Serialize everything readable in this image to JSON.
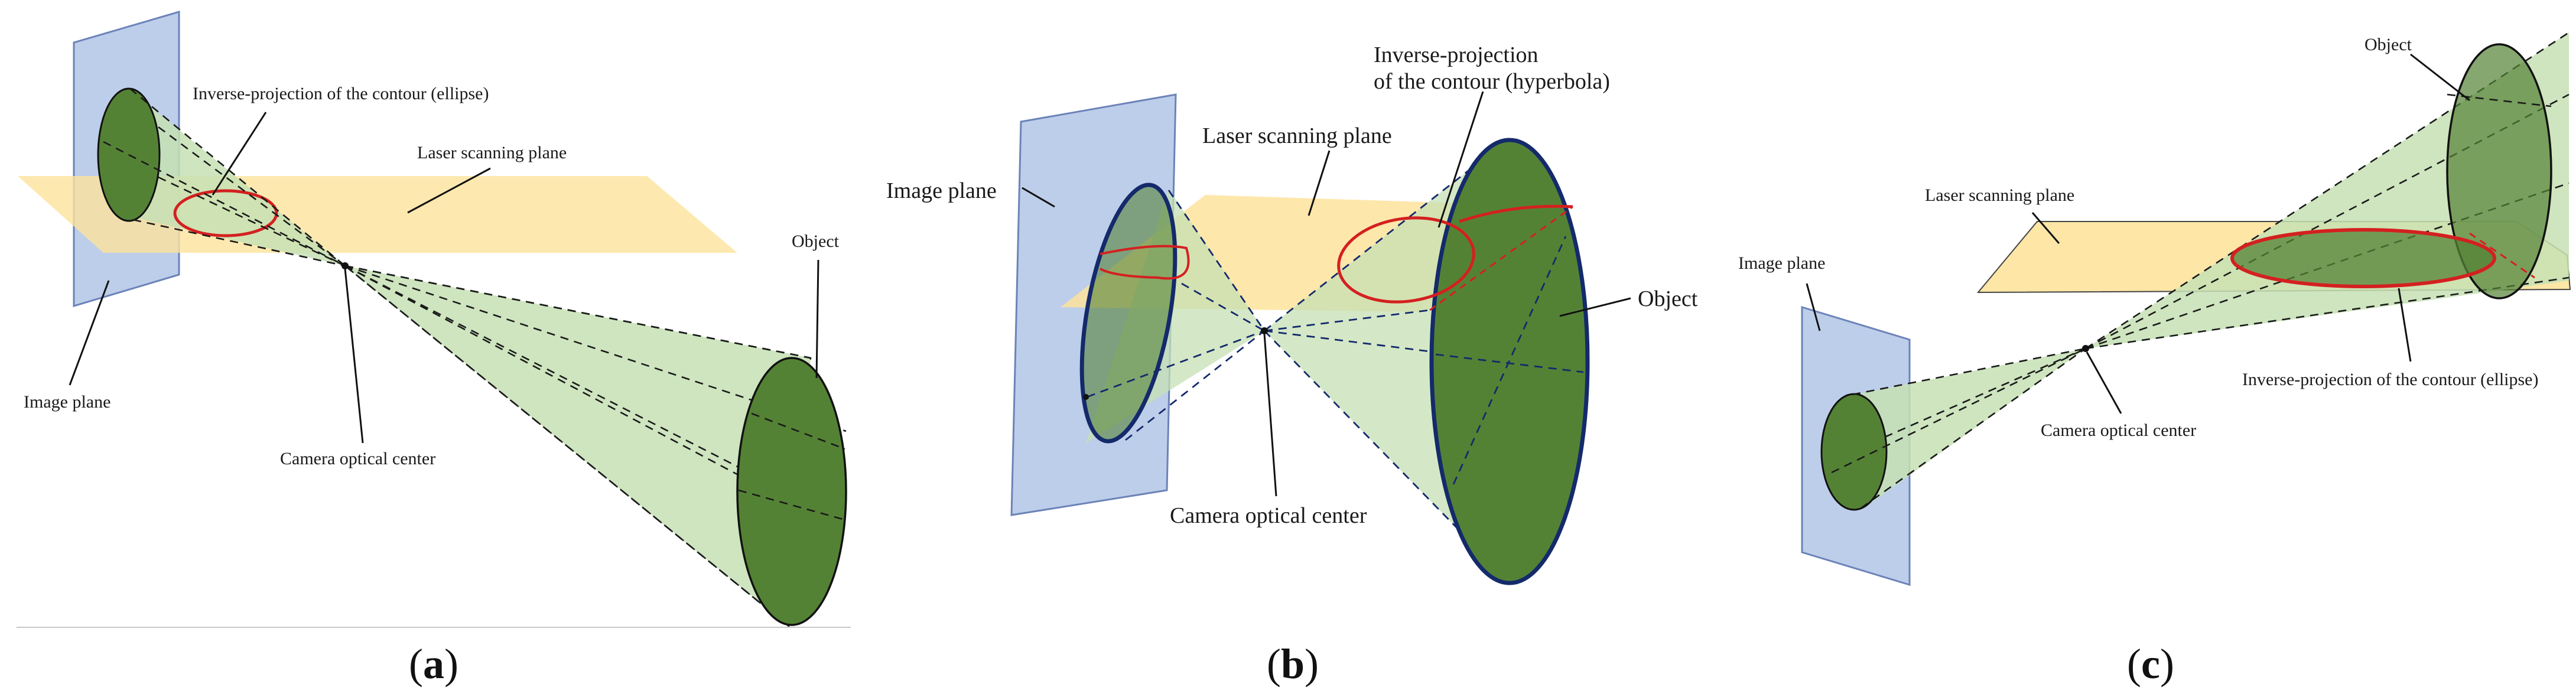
{
  "panels": [
    {
      "id": "a",
      "label_open": "(",
      "label_letter": "a",
      "label_close": ")",
      "labels": {
        "inverse_projection": "Inverse-projection of the contour (ellipse)",
        "laser_plane": "Laser scanning plane",
        "object": "Object",
        "image_plane": "Image plane",
        "optical_center": "Camera optical center"
      }
    },
    {
      "id": "b",
      "label_open": "(",
      "label_letter": "b",
      "label_close": ")",
      "labels": {
        "inverse_projection_line1": "Inverse-projection",
        "inverse_projection_line2": "of the contour (hyperbola)",
        "laser_plane": "Laser scanning plane",
        "image_plane": "Image plane",
        "object": "Object",
        "optical_center": "Camera optical center"
      }
    },
    {
      "id": "c",
      "label_open": "(",
      "label_letter": "c",
      "label_close": ")",
      "labels": {
        "object": "Object",
        "laser_plane": "Laser scanning plane",
        "image_plane": "Image plane",
        "inverse_projection": "Inverse-projection of the contour (ellipse)",
        "optical_center": "Camera optical center"
      }
    }
  ],
  "colors": {
    "image_plane": "#b9cbe9",
    "laser_plane": "#fde39c",
    "object_fill": "#548235",
    "cone_fill": "#c6e0b4",
    "contour": "#d42020",
    "navy": "#142a6b"
  }
}
